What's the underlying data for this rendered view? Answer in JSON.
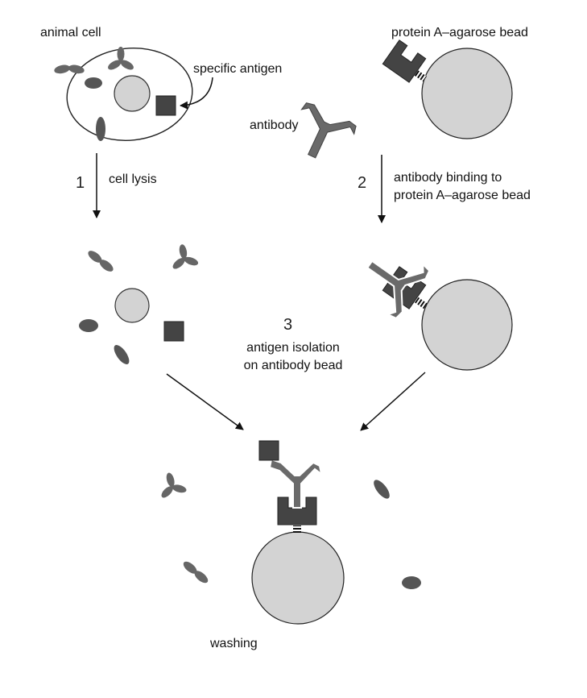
{
  "labels": {
    "animal_cell": "animal cell",
    "specific_antigen": "specific antigen",
    "protein_a_bead": "protein A–agarose bead",
    "antibody": "antibody",
    "cell_lysis": "cell lysis",
    "antibody_binding_line1": "antibody binding to",
    "antibody_binding_line2": "protein A–agarose bead",
    "antigen_isolation_line1": "antigen isolation",
    "antigen_isolation_line2": "on antibody bead",
    "washing": "washing"
  },
  "steps": {
    "step1": "1",
    "step2": "2",
    "step3": "3"
  },
  "colors": {
    "bead_fill": "#d3d3d3",
    "dark_protein": "#4a4a4a",
    "antibody_gray": "#6a6a6a",
    "line": "#111111"
  }
}
